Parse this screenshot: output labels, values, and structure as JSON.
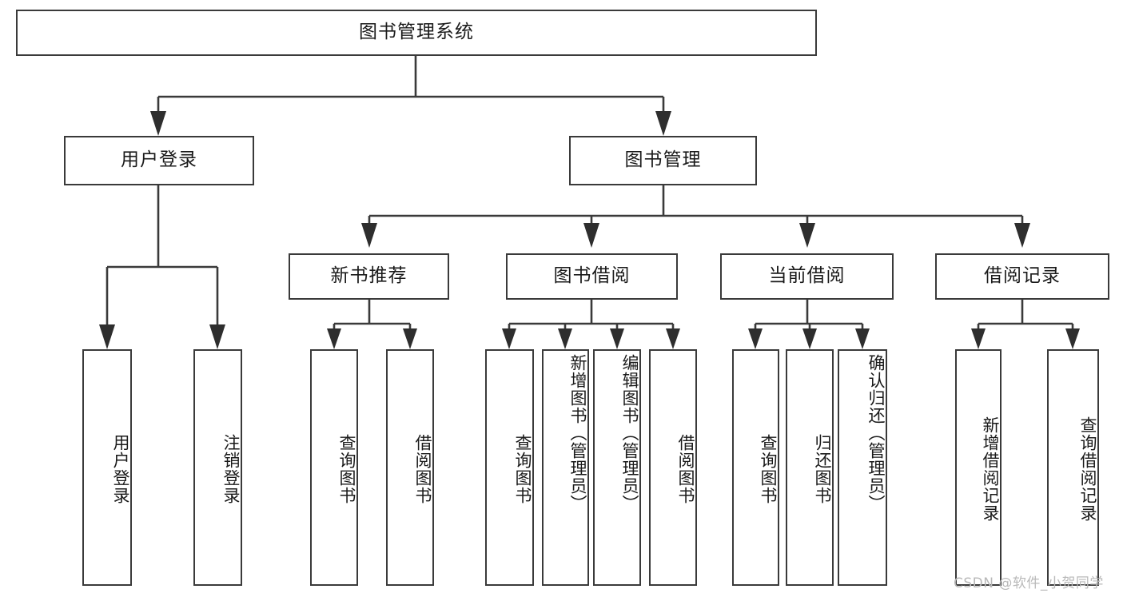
{
  "diagram": {
    "title_node": {
      "label": "图书管理系统"
    },
    "level2": [
      {
        "id": "user-login",
        "label": "用户登录"
      },
      {
        "id": "book-manage",
        "label": "图书管理"
      }
    ],
    "level3": [
      {
        "id": "new-book-recommend",
        "label": "新书推荐"
      },
      {
        "id": "book-borrow",
        "label": "图书借阅"
      },
      {
        "id": "current-borrow",
        "label": "当前借阅"
      },
      {
        "id": "borrow-record",
        "label": "借阅记录"
      }
    ],
    "leaves": {
      "user_login": [
        {
          "id": "leaf-user-login",
          "label": "用户登录"
        },
        {
          "id": "leaf-logout-login",
          "label": "注销登录"
        }
      ],
      "new_book_recommend": [
        {
          "id": "leaf-query-book-1",
          "label": "查询图书"
        },
        {
          "id": "leaf-borrow-book-1",
          "label": "借阅图书"
        }
      ],
      "book_borrow": [
        {
          "id": "leaf-query-book-2",
          "label": "查询图书"
        },
        {
          "id": "leaf-add-book",
          "label": "新增图书（管理员）"
        },
        {
          "id": "leaf-edit-book",
          "label": "编辑图书（管理员）"
        },
        {
          "id": "leaf-borrow-book-2",
          "label": "借阅图书"
        }
      ],
      "current_borrow": [
        {
          "id": "leaf-query-book-3",
          "label": "查询图书"
        },
        {
          "id": "leaf-return-book",
          "label": "归还图书"
        },
        {
          "id": "leaf-confirm-return",
          "label": "确认归还（管理员）"
        }
      ],
      "borrow_record": [
        {
          "id": "leaf-add-record",
          "label": "新增借阅记录"
        },
        {
          "id": "leaf-query-record",
          "label": "查询借阅记录"
        }
      ]
    }
  },
  "watermark": {
    "text": "CSDN @软件_小贺同学"
  },
  "colors": {
    "border": "#3a3a3a",
    "text": "#1a1a1a",
    "background": "#ffffff",
    "watermark": "#b9b9b9"
  }
}
